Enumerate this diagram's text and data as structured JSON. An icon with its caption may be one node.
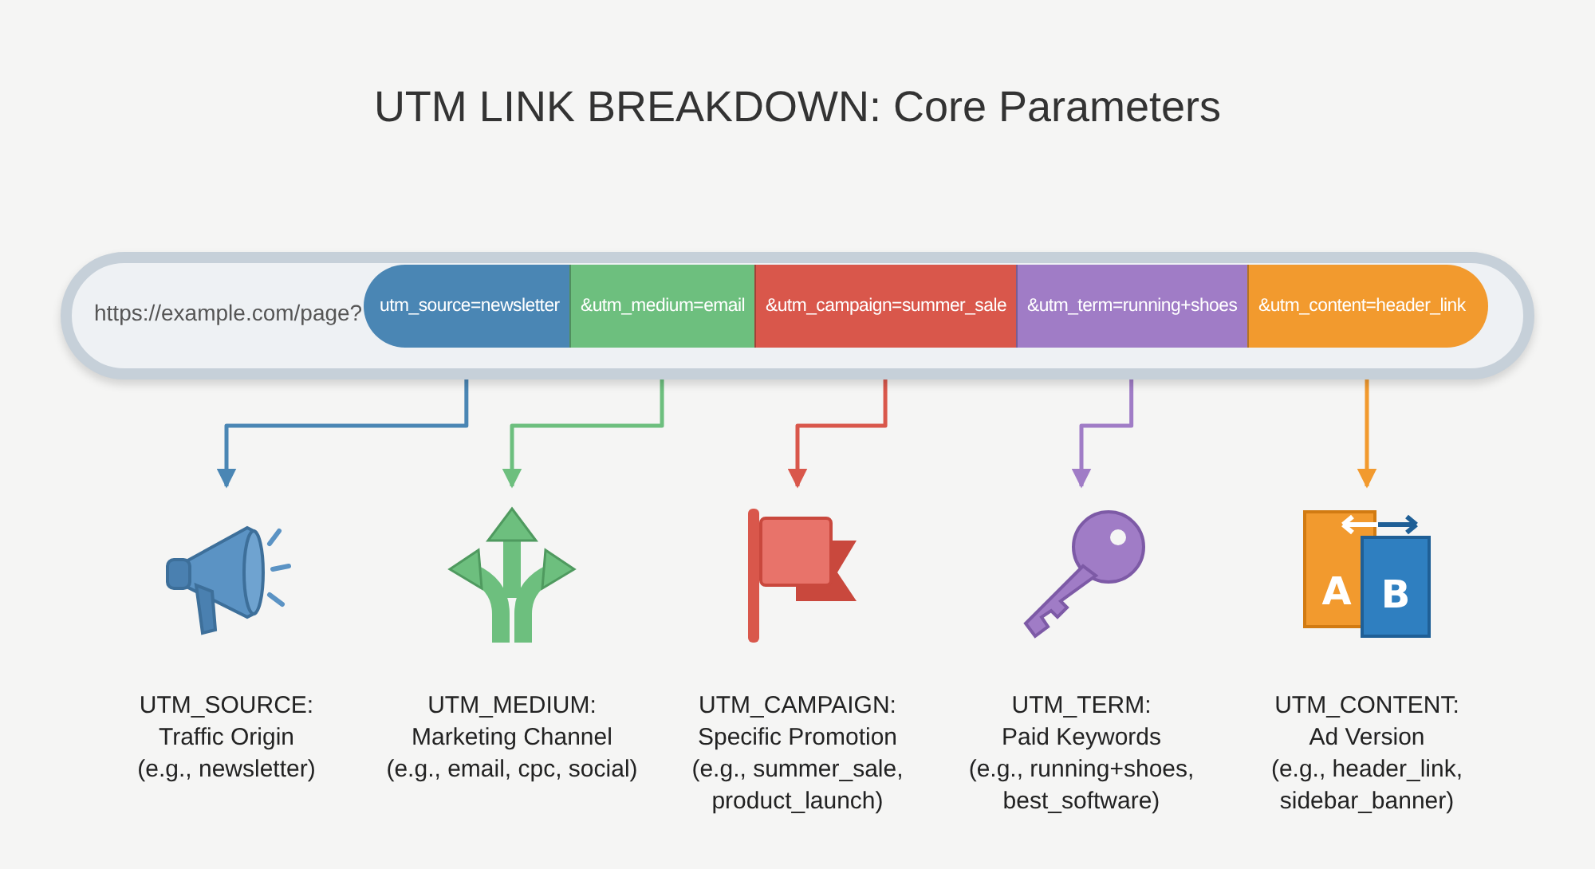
{
  "diagram": {
    "title": "UTM LINK BREAKDOWN: Core Parameters",
    "nodes": [
      {
        "text": [
          "https://example.com/page?"
        ]
      },
      {
        "text": [
          "utm_source=newsletter"
        ],
        "in": 0
      },
      {
        "text": [
          "&utm_medium=email"
        ],
        "in": 0
      },
      {
        "text": [
          "&utm_campaign=summer_sale"
        ],
        "in": 0
      },
      {
        "text": [
          "&utm_term=running+shoes"
        ],
        "in": 0
      },
      {
        "text": [
          "&utm_content=header_link"
        ],
        "in": 0
      },
      {
        "text": [
          "UTM_SOURCE:",
          "Traffic Origin",
          "(e.g., newsletter)"
        ]
      },
      {
        "text": [
          "UTM_MEDIUM:",
          "Marketing Channel",
          "(e.g., email, cpc, social)"
        ]
      },
      {
        "text": [
          "UTM_CAMPAIGN:",
          "Specific Promotion",
          "(e.g., summer_sale, product_launch)"
        ]
      },
      {
        "text": [
          "UTM_TERM:",
          "Paid Keywords",
          "(e.g., running+shoes, best_software)"
        ]
      },
      {
        "text": [
          "A",
          "B",
          "UTM_CONTENT:",
          "Ad Version",
          "(e.g., header_link, sidebar_banner)"
        ]
      }
    ],
    "edges": [
      {
        "from": 1,
        "to": 6,
        "arrow": "to",
        "color": "#4a86b4"
      },
      {
        "from": 2,
        "to": 7,
        "arrow": "to",
        "color": "#6dbf7e"
      },
      {
        "from": 3,
        "to": 8,
        "arrow": "to",
        "color": "#d9574b"
      },
      {
        "from": 4,
        "to": 9,
        "arrow": "to",
        "color": "#a07cc6"
      },
      {
        "from": 5,
        "to": 10,
        "arrow": "to",
        "color": "#f29a2e"
      }
    ]
  }
}
